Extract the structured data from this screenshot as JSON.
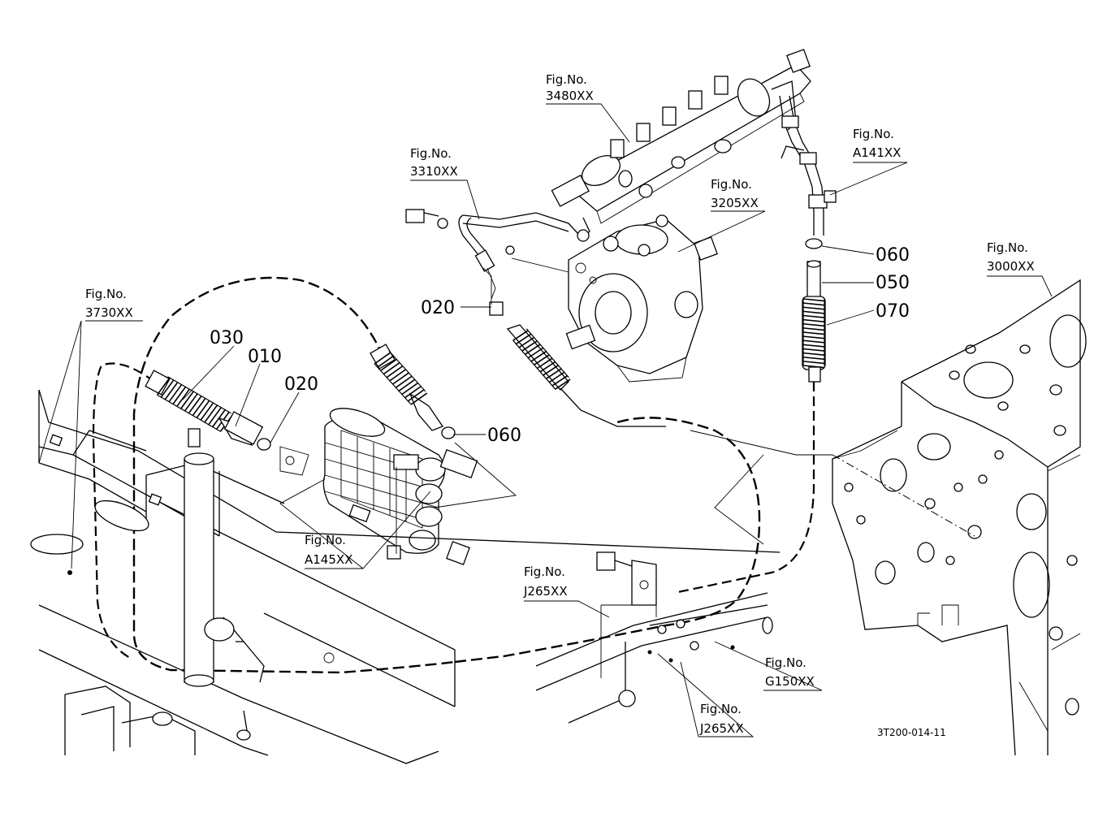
{
  "callouts": [
    {
      "id": "fig-3480",
      "line1": "Fig.No.",
      "line2": "3480XX"
    },
    {
      "id": "fig-3310",
      "line1": "Fig.No.",
      "line2": "3310XX"
    },
    {
      "id": "fig-3205",
      "line1": "Fig.No.",
      "line2": "3205XX"
    },
    {
      "id": "fig-a141",
      "line1": "Fig.No.",
      "line2": "A141XX"
    },
    {
      "id": "fig-3000",
      "line1": "Fig.No.",
      "line2": "3000XX"
    },
    {
      "id": "fig-3730",
      "line1": "Fig.No.",
      "line2": "3730XX"
    },
    {
      "id": "fig-a145",
      "line1": "Fig.No.",
      "line2": "A145XX"
    },
    {
      "id": "fig-j265-top",
      "line1": "Fig.No.",
      "line2": "J265XX"
    },
    {
      "id": "fig-g150",
      "line1": "Fig.No.",
      "line2": "G150XX"
    },
    {
      "id": "fig-j265-bottom",
      "line1": "Fig.No.",
      "line2": "J265XX"
    }
  ],
  "parts": [
    {
      "id": "part-060-top",
      "label": "060"
    },
    {
      "id": "part-050",
      "label": "050"
    },
    {
      "id": "part-070",
      "label": "070"
    },
    {
      "id": "part-020-mid",
      "label": "020"
    },
    {
      "id": "part-030",
      "label": "030"
    },
    {
      "id": "part-010",
      "label": "010"
    },
    {
      "id": "part-020-left",
      "label": "020"
    },
    {
      "id": "part-060-mid",
      "label": "060"
    }
  ],
  "diagram_code": "3T200-014-11"
}
